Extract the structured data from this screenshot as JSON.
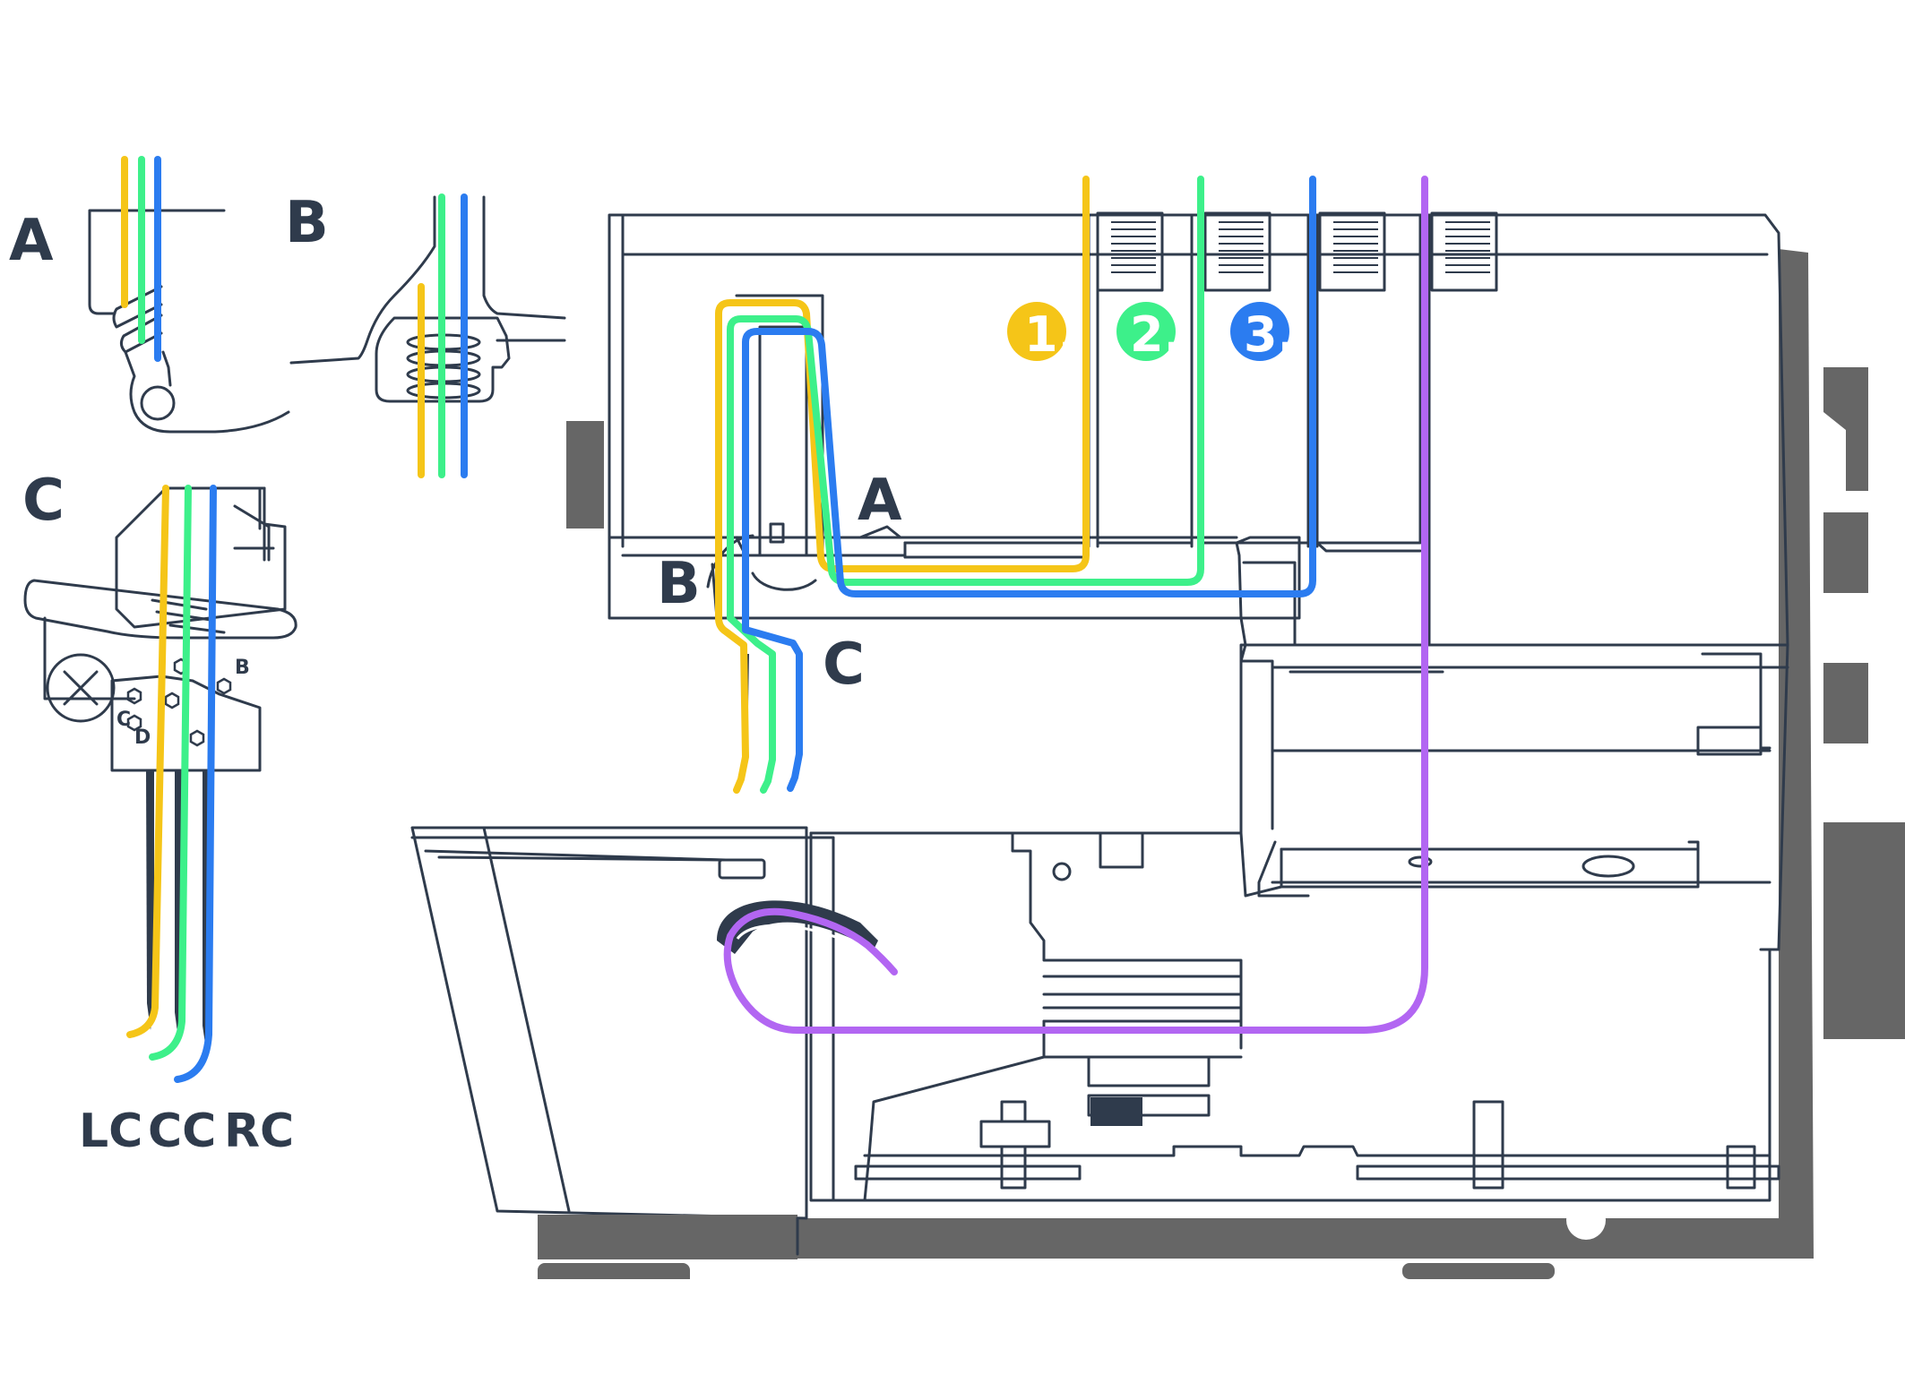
{
  "labels": {
    "detail_a": "A",
    "detail_b": "B",
    "detail_c": "C",
    "main_a": "A",
    "main_b": "B",
    "main_c": "C"
  },
  "needle_labels": [
    "LC",
    "CC",
    "RC"
  ],
  "plate_marks": {
    "b": "B",
    "c": "C",
    "d": "D"
  },
  "steps": [
    {
      "text": "1.",
      "color": "#f5c518"
    },
    {
      "text": "2.",
      "color": "#3df08a"
    },
    {
      "text": "3.",
      "color": "#2b7cf0"
    }
  ],
  "thread_colors": {
    "left_needle": "#f5c518",
    "center_needle": "#3df08a",
    "right_needle": "#2b7cf0",
    "looper": "#b266f2"
  },
  "outline_color": "#2f3b4c",
  "body_shadow_color": "#666666"
}
